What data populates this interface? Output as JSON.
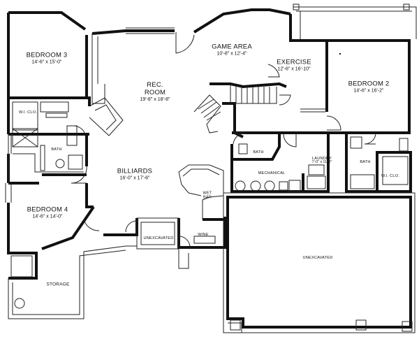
{
  "rooms": {
    "bedroom3": {
      "name": "BEDROOM 3",
      "dim": "14'-6\" x 15'-0\""
    },
    "game_area": {
      "name": "GAME  AREA",
      "dim": "10'-8\" x 12'-4\""
    },
    "exercise": {
      "name": "EXERCISE",
      "dim": "12'-6\" x 16'-10\""
    },
    "bedroom2": {
      "name": "BEDROOM 2",
      "dim": "14'-6\" x 16'-2\""
    },
    "rec_room": {
      "name": "REC.",
      "name2": "ROOM",
      "dim": "19'-8\" x 18'-8\""
    },
    "wi_clo_left": {
      "name": "W.I. CLO."
    },
    "bath_left": {
      "name": "BATH"
    },
    "bath_center": {
      "name": "BATH"
    },
    "laundry": {
      "name": "LAUNDRY",
      "dim": "7'-0\" x 11'-0\""
    },
    "bath_right": {
      "name": "BATH"
    },
    "wi_clo_right": {
      "name": "W.I. CLO."
    },
    "mechanical": {
      "name": "MECHANICAL"
    },
    "billiards": {
      "name": "BILLIARDS",
      "dim": "16'-0\" x 17'-6\""
    },
    "wet_bar": {
      "name": "WET",
      "name2": "BAR"
    },
    "bedroom4": {
      "name": "BEDROOM 4",
      "dim": "14'-6\" x 14'-0\""
    },
    "unexcavated_small": {
      "name": "UNEXCAVATED"
    },
    "wine": {
      "name": "WINE"
    },
    "unexcavated_large": {
      "name": "UNEXCAVATED"
    },
    "storage": {
      "name": "STORAGE"
    }
  }
}
